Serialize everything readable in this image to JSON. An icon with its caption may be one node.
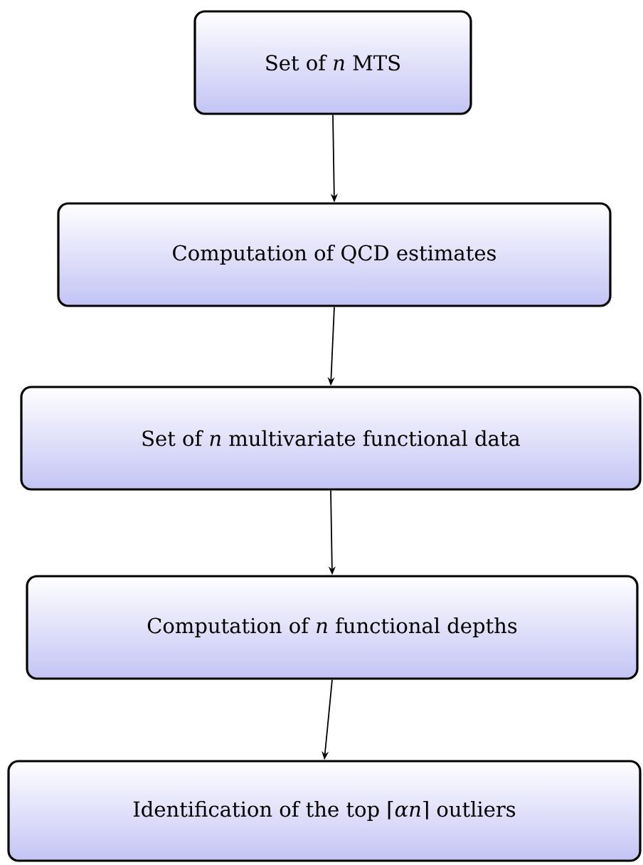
{
  "diagram": {
    "nodes": [
      {
        "text": [
          "Set of *n* MTS"
        ]
      },
      {
        "text": [
          "Computation of QCD estimates"
        ]
      },
      {
        "text": [
          "Set of *n* multivariate functional data"
        ]
      },
      {
        "text": [
          "Computation of *n* functional depths"
        ]
      },
      {
        "text": [
          "Identification of the top ⌈*αn*⌉ outliers"
        ]
      }
    ],
    "edges": [
      {
        "from": 0,
        "to": 1,
        "arrow": "to"
      },
      {
        "from": 1,
        "to": 2,
        "arrow": "to"
      },
      {
        "from": 2,
        "to": 3,
        "arrow": "to"
      },
      {
        "from": 3,
        "to": 4,
        "arrow": "to"
      }
    ]
  }
}
